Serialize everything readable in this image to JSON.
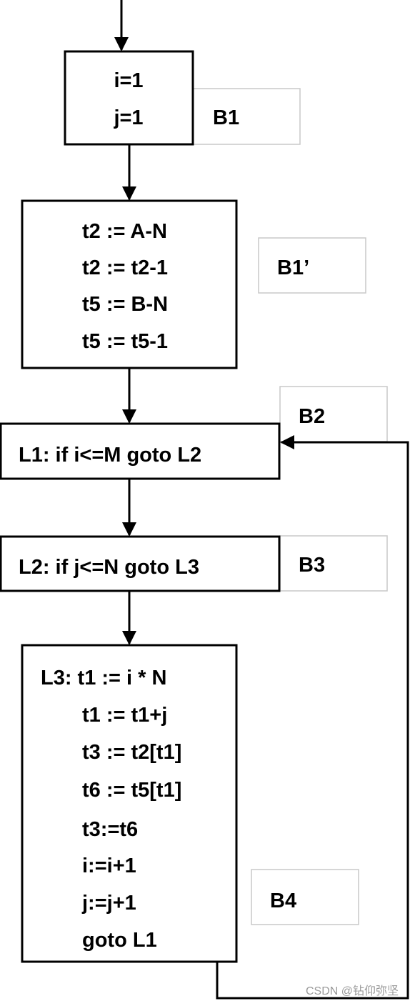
{
  "colors": {
    "stroke": "#000000",
    "label_box_stroke": "#c8c8c8",
    "background": "#ffffff",
    "watermark": "#9a9a9a"
  },
  "blocks": {
    "b1": {
      "label": "B1",
      "lines": [
        "i=1",
        "j=1"
      ]
    },
    "b1p": {
      "label": "B1’",
      "lines": [
        "t2 := A-N",
        "t2 := t2-1",
        "t5 := B-N",
        "t5 := t5-1"
      ]
    },
    "b2": {
      "label": "B2",
      "lines": [
        "L1: if i<=M goto L2"
      ]
    },
    "b3": {
      "label": "B3",
      "lines": [
        "L2: if j<=N goto L3"
      ]
    },
    "b4": {
      "label": "B4",
      "lines": [
        "L3: t1 := i * N",
        "t1 := t1+j",
        "t3 := t2[t1]",
        "t6 := t5[t1]",
        "t3:=t6",
        "i:=i+1",
        "j:=j+1",
        "goto L1"
      ]
    }
  },
  "watermark": "CSDN @钻仰弥坚"
}
